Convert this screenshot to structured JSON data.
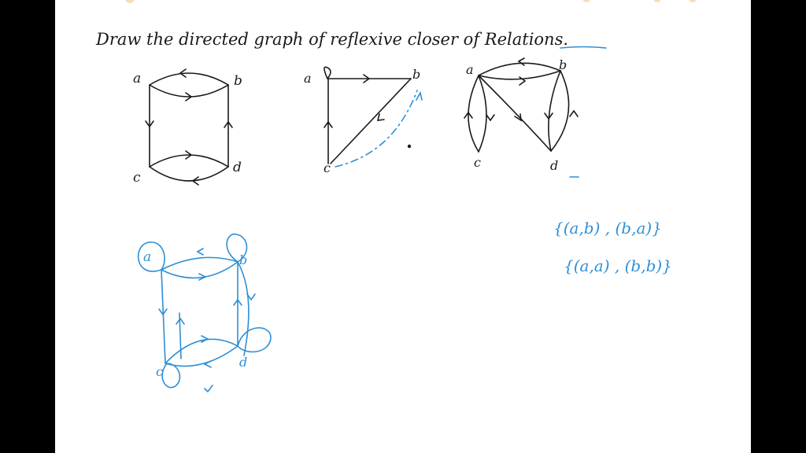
{
  "title": "Draw the directed graph of reflexive closer of Relations.",
  "graph1": {
    "nodes": [
      "a",
      "b",
      "c",
      "d"
    ]
  },
  "graph2": {
    "nodes": [
      "a",
      "b",
      "c"
    ]
  },
  "graph3": {
    "nodes": [
      "a",
      "b",
      "c",
      "d"
    ]
  },
  "graph4": {
    "nodes": [
      "a",
      "b",
      "c",
      "d"
    ]
  },
  "notes": {
    "line1": "{(a,b) , (b,a)}",
    "line2": "{(a,a) , (b,b)}"
  },
  "colors": {
    "ink": "#1a1a1a",
    "blue_ink": "#2e8fd6",
    "frame": "#000000",
    "board": "#ffffff"
  }
}
